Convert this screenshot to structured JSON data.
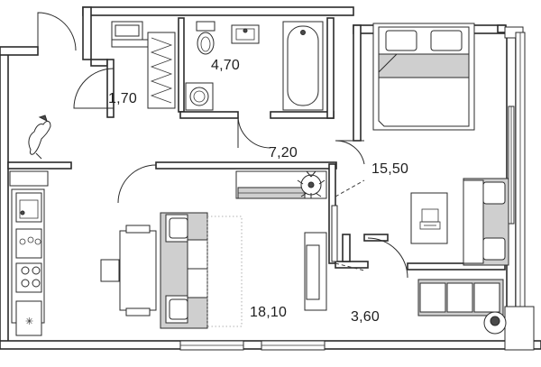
{
  "rooms": [
    {
      "id": "hall",
      "area": "1,70"
    },
    {
      "id": "bathroom",
      "area": "4,70"
    },
    {
      "id": "corridor",
      "area": "7,20"
    },
    {
      "id": "bedroom",
      "area": "15,50"
    },
    {
      "id": "living-kitchen",
      "area": "18,10"
    },
    {
      "id": "balcony",
      "area": "3,60"
    }
  ],
  "colors": {
    "wall": "#2b2b2b",
    "furniture_fill": "#cfcfcf",
    "background": "#ffffff"
  },
  "icons": [
    "dog-icon",
    "plant-icon",
    "stove-icon",
    "sink-icon",
    "toilet-icon",
    "bathtub-icon",
    "bed-icon",
    "sofa-icon",
    "dining-table-icon",
    "washing-machine-icon",
    "laptop-icon",
    "fan-icon"
  ]
}
